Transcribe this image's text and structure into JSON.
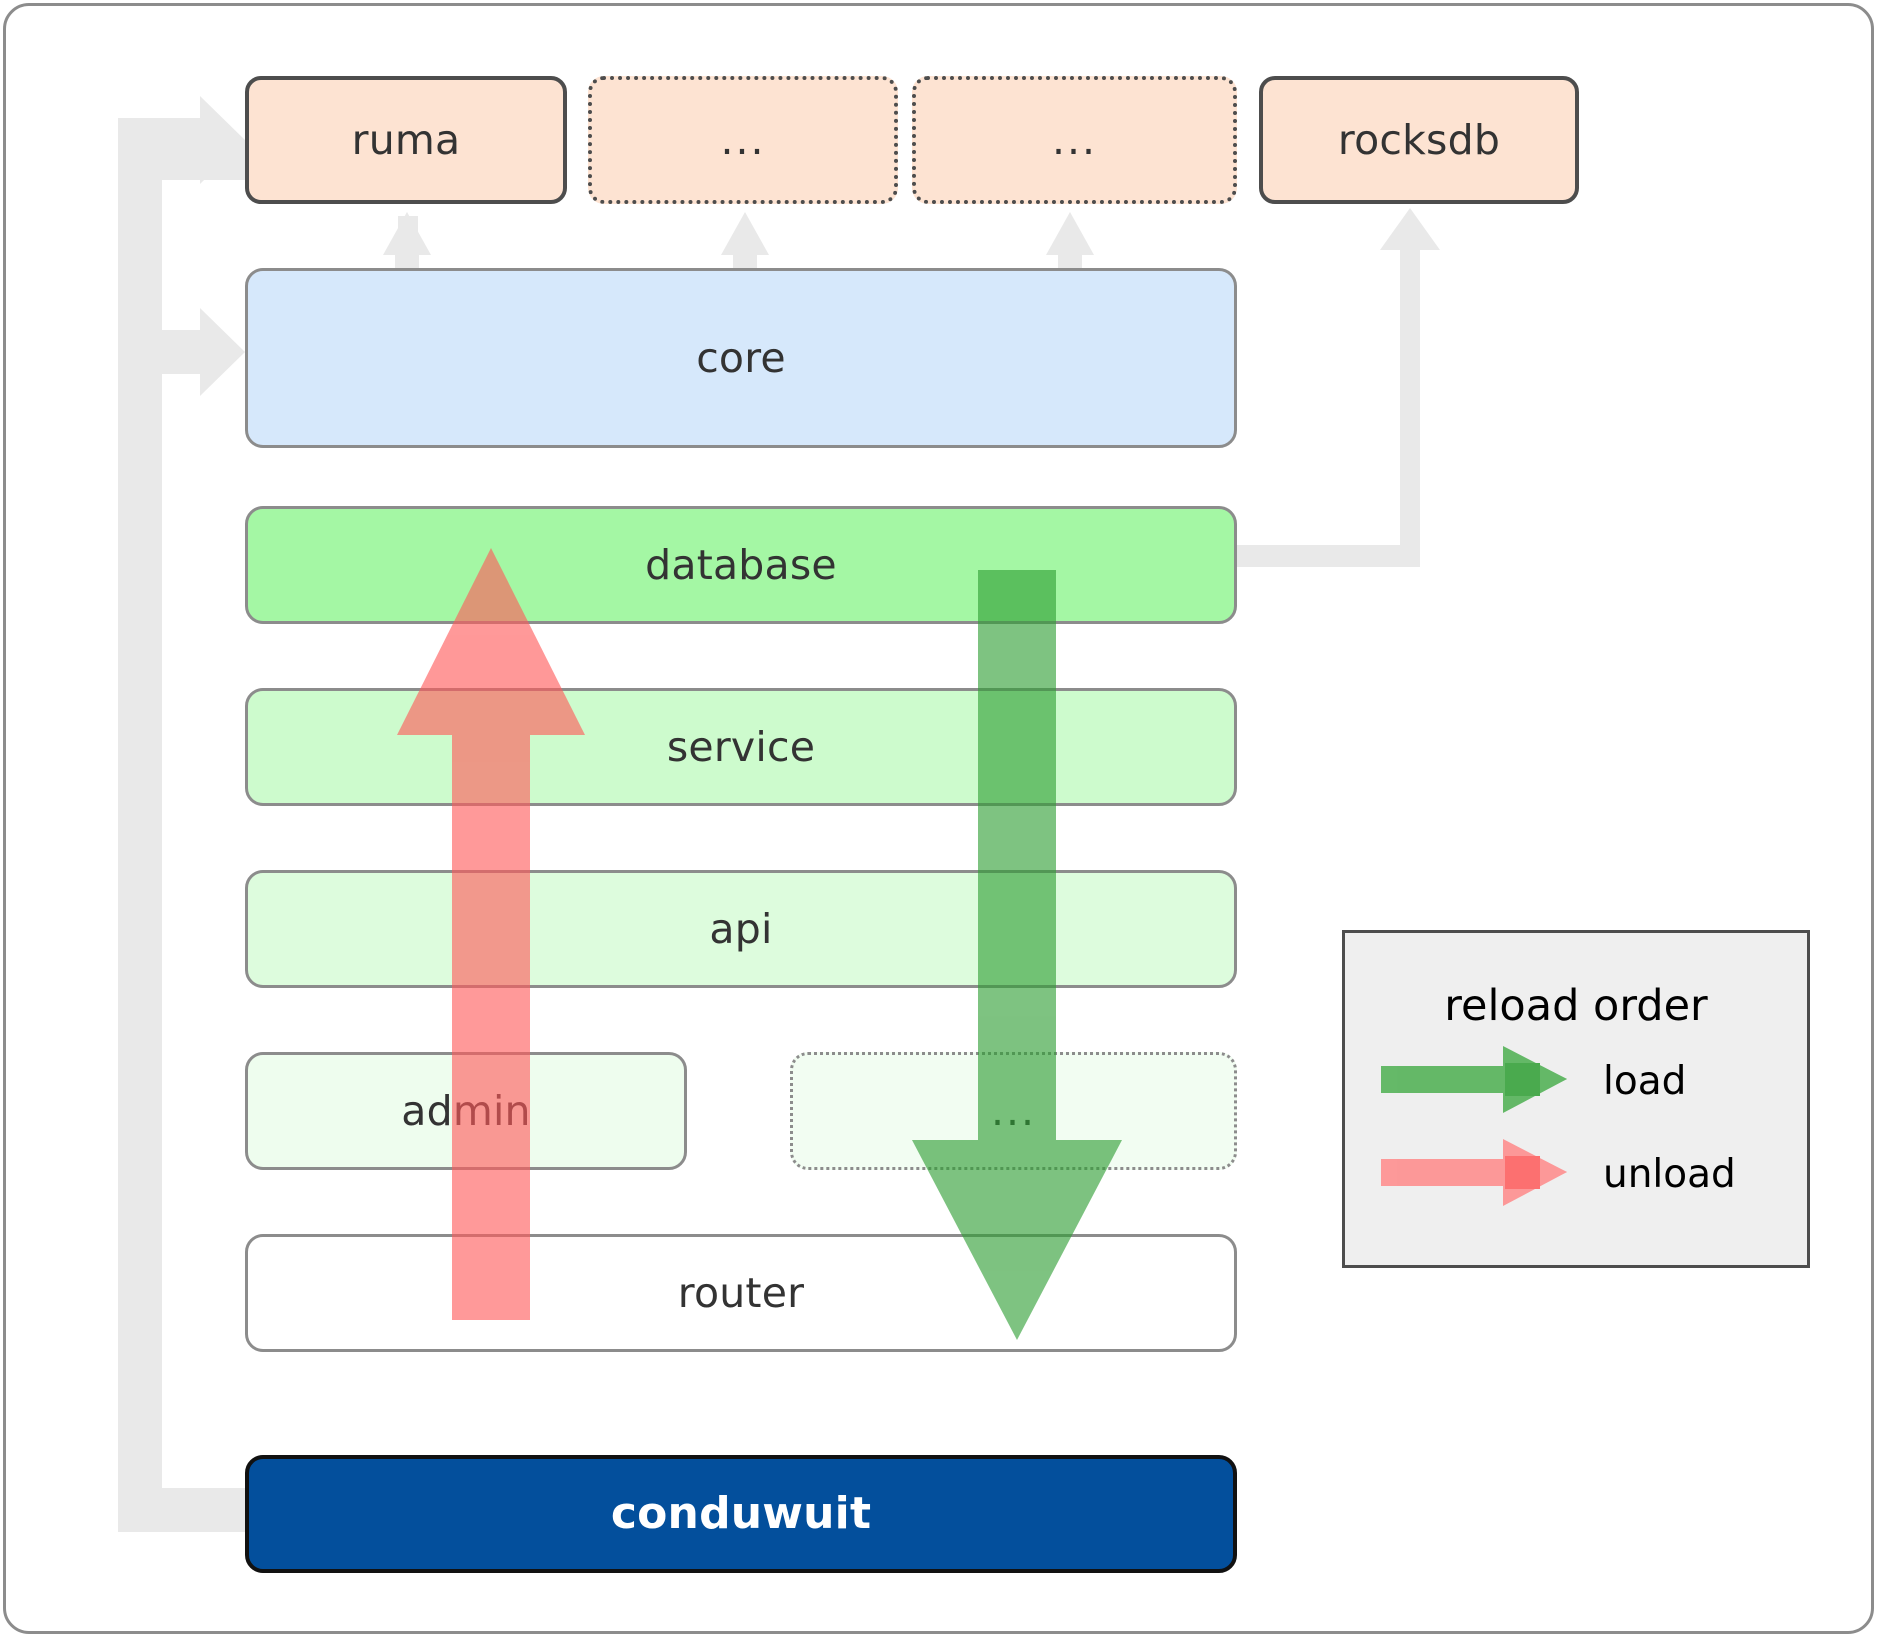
{
  "diagram": {
    "title": "conduwuit crate layering / reload order diagram",
    "colors": {
      "frame_border": "#8c8c8c",
      "package_fill": "#fde3d2",
      "package_border": "#4d4d4d",
      "core_fill": "#d6e8fb",
      "database_fill": "#a4f7a4",
      "service_fill": "#cdfbcd",
      "api_fill": "#ddfcdd",
      "admin_fill": "#eefdee",
      "etc_fill": "#f2fdf2",
      "router_fill": "#ffffff",
      "conduwuit_fill": "#034f9c",
      "load_arrow": "#4caf50",
      "unload_arrow": "#ff8a8a",
      "connector": "#e8e8e8",
      "legend_fill": "#efefef"
    }
  },
  "packages": {
    "ruma": {
      "label": "ruma",
      "style": "solid"
    },
    "ellipsis_1": {
      "label": "...",
      "style": "dotted"
    },
    "ellipsis_2": {
      "label": "...",
      "style": "dotted"
    },
    "rocksdb": {
      "label": "rocksdb",
      "style": "solid"
    }
  },
  "layers": {
    "core": {
      "label": "core"
    },
    "database": {
      "label": "database"
    },
    "service": {
      "label": "service"
    },
    "api": {
      "label": "api"
    },
    "admin": {
      "label": "admin"
    },
    "etc": {
      "label": "..."
    },
    "router": {
      "label": "router"
    }
  },
  "app": {
    "conduwuit": {
      "label": "conduwuit"
    }
  },
  "legend": {
    "title": "reload order",
    "items": [
      {
        "label": "load",
        "color": "#4caf50"
      },
      {
        "label": "unload",
        "color": "#ff8a8a"
      }
    ]
  }
}
